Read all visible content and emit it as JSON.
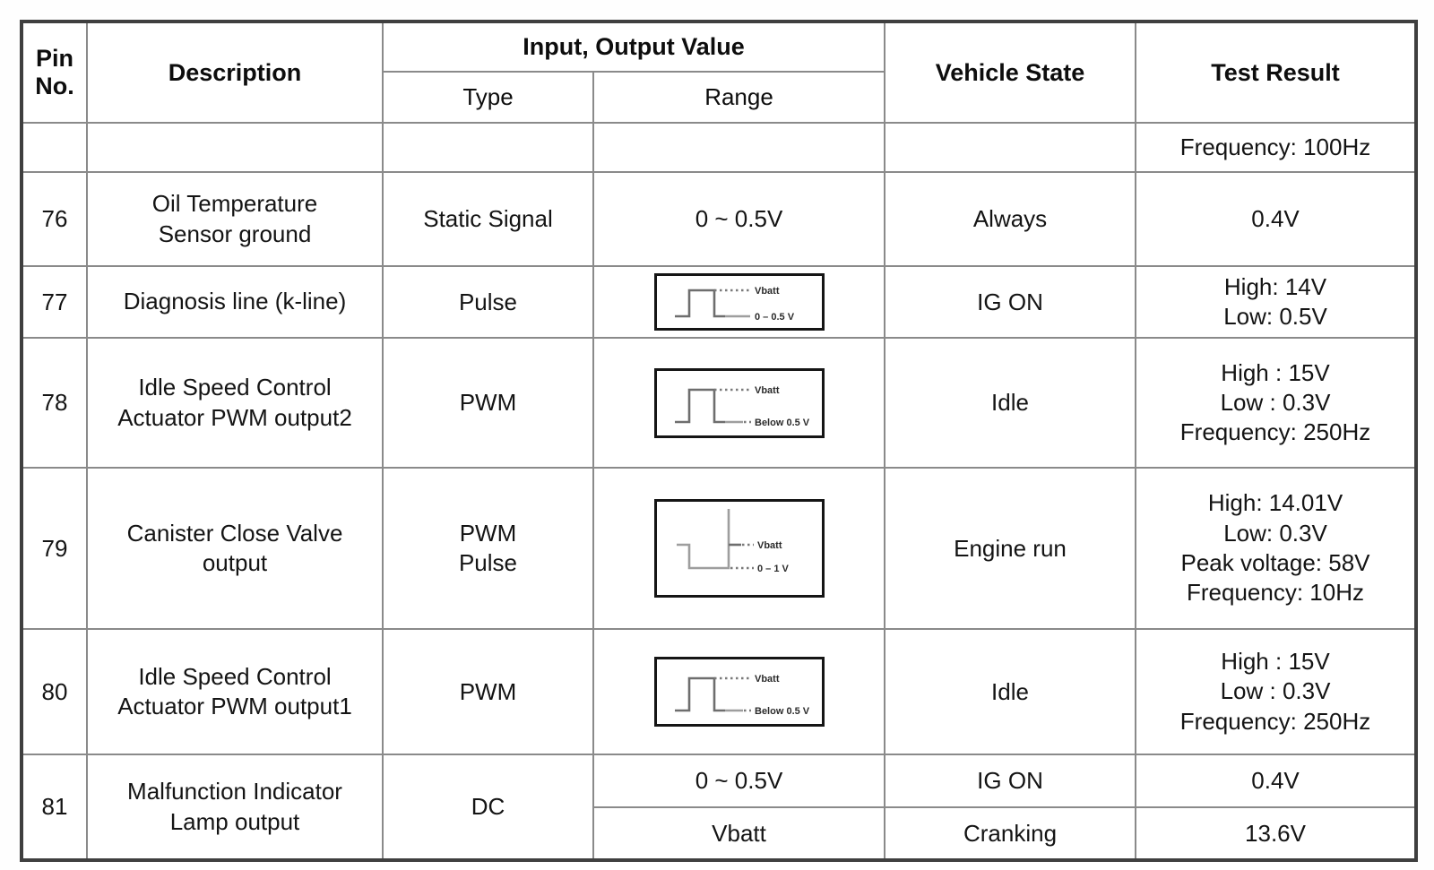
{
  "table": {
    "header": {
      "pin_no": "Pin No.",
      "description": "Description",
      "io_value": "Input, Output Value",
      "type": "Type",
      "range": "Range",
      "vehicle_state": "Vehicle State",
      "test_result": "Test Result"
    },
    "rows": [
      {
        "pin": "",
        "description": "",
        "type": "",
        "range_text": "",
        "vehicle_state": "",
        "test_result": "Frequency: 100Hz"
      },
      {
        "pin": "76",
        "description": "Oil Temperature\nSensor ground",
        "type": "Static Signal",
        "range_text": "0 ~ 0.5V",
        "vehicle_state": "Always",
        "test_result": "0.4V"
      },
      {
        "pin": "77",
        "description": "Diagnosis line (k-line)",
        "type": "Pulse",
        "waveform": {
          "kind": "pulse",
          "top_label": "Vbatt",
          "bottom_label": "0 – 0.5 V"
        },
        "vehicle_state": "IG ON",
        "test_result": "High: 14V\nLow: 0.5V"
      },
      {
        "pin": "78",
        "description": "Idle Speed Control\nActuator PWM output2",
        "type": "PWM",
        "waveform": {
          "kind": "pulse",
          "top_label": "Vbatt",
          "bottom_label": "Below 0.5 V"
        },
        "vehicle_state": "Idle",
        "test_result": "High : 15V\nLow : 0.3V\nFrequency: 250Hz"
      },
      {
        "pin": "79",
        "description": "Canister Close Valve\noutput",
        "type": "PWM\nPulse",
        "waveform": {
          "kind": "inverted-pulse-spike",
          "top_label": "Vbatt",
          "bottom_label": "0 – 1 V"
        },
        "vehicle_state": "Engine run",
        "test_result": "High: 14.01V\nLow: 0.3V\nPeak voltage: 58V\nFrequency: 10Hz"
      },
      {
        "pin": "80",
        "description": "Idle Speed Control\nActuator PWM output1",
        "type": "PWM",
        "waveform": {
          "kind": "pulse",
          "top_label": "Vbatt",
          "bottom_label": "Below 0.5 V"
        },
        "vehicle_state": "Idle",
        "test_result": "High : 15V\nLow : 0.3V\nFrequency: 250Hz"
      },
      {
        "pin": "81",
        "description": "Malfunction Indicator\nLamp output",
        "type": "DC",
        "subrows": [
          {
            "range_text": "0 ~ 0.5V",
            "vehicle_state": "IG ON",
            "test_result": "0.4V"
          },
          {
            "range_text": "Vbatt",
            "vehicle_state": "Cranking",
            "test_result": "13.6V"
          }
        ]
      }
    ],
    "colors": {
      "grid_line": "#8a8a8a",
      "outer_border": "#3f3f3f",
      "text": "#141414",
      "waveform_box_border": "#151515",
      "waveform_line": "#6e6e6e"
    }
  }
}
